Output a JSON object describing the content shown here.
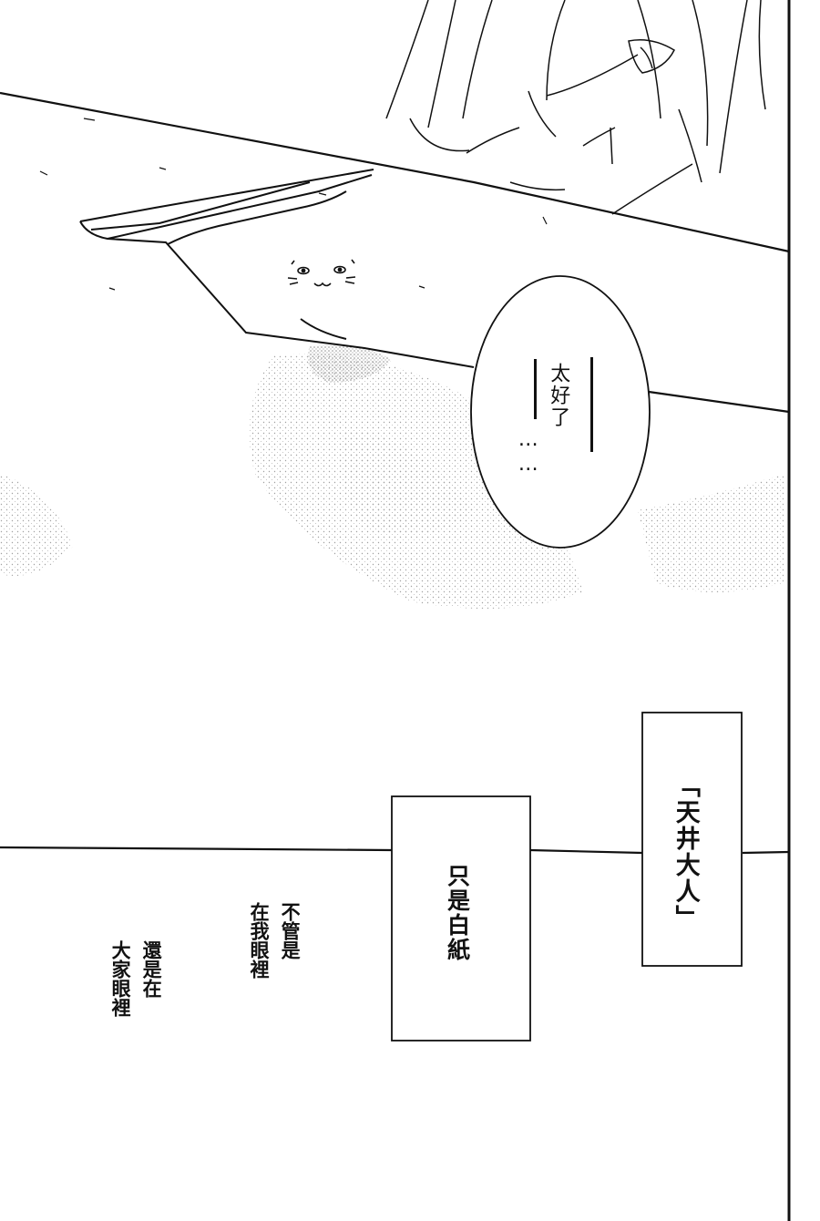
{
  "bubble": {
    "line1": "太好了",
    "line2": "……"
  },
  "caption_right": "「天井大人」",
  "caption_left": "只是白紙",
  "narration": {
    "line1": "不管是",
    "line2": "在我眼裡",
    "line3": "還是在",
    "line4": "大家眼裡"
  },
  "ink_color": "#111111",
  "paper_color": "#ffffff"
}
